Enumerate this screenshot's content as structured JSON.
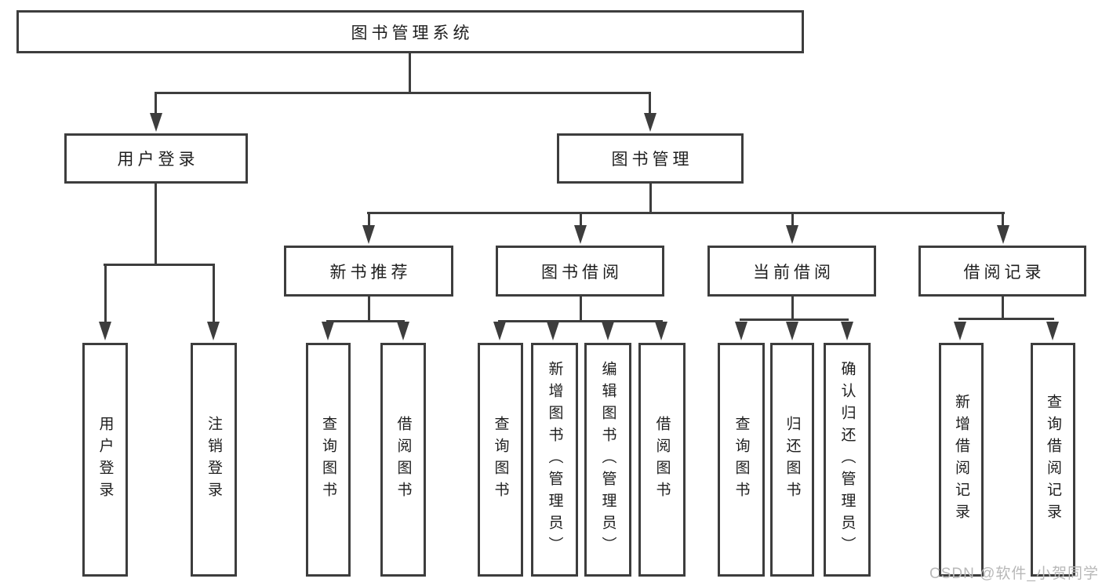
{
  "colors": {
    "line": "#3d3d3d",
    "text": "#1e1e1e",
    "watermark": "#b8b8b8",
    "background": "#ffffff"
  },
  "watermark": {
    "text": "CSDN @软件_小贺同学"
  },
  "diagram": {
    "type": "hierarchy-tree",
    "nodes": {
      "root": {
        "label": "图书管理系统"
      },
      "user_login": {
        "label": "用户登录"
      },
      "book_mgmt": {
        "label": "图书管理"
      },
      "new_book_rec": {
        "label": "新书推荐"
      },
      "book_borrow": {
        "label": "图书借阅"
      },
      "current_borrow": {
        "label": "当前借阅"
      },
      "borrow_record": {
        "label": "借阅记录"
      },
      "leaf_user_login": {
        "label": "用户登录"
      },
      "leaf_logout": {
        "label": "注销登录"
      },
      "leaf_nbr_query": {
        "label": "查询图书"
      },
      "leaf_nbr_borrow": {
        "label": "借阅图书"
      },
      "leaf_bb_query": {
        "label": "查询图书"
      },
      "leaf_bb_add": {
        "label": "新增图书（管理员）"
      },
      "leaf_bb_edit": {
        "label": "编辑图书（管理员）"
      },
      "leaf_bb_borrow": {
        "label": "借阅图书"
      },
      "leaf_cb_query": {
        "label": "查询图书"
      },
      "leaf_cb_return": {
        "label": "归还图书"
      },
      "leaf_cb_confirm": {
        "label": "确认归还（管理员）"
      },
      "leaf_br_add": {
        "label": "新增借阅记录"
      },
      "leaf_br_query": {
        "label": "查询借阅记录"
      }
    },
    "structure": {
      "root": [
        "user_login",
        "book_mgmt"
      ],
      "user_login": [
        "leaf_user_login",
        "leaf_logout"
      ],
      "book_mgmt": [
        "new_book_rec",
        "book_borrow",
        "current_borrow",
        "borrow_record"
      ],
      "new_book_rec": [
        "leaf_nbr_query",
        "leaf_nbr_borrow"
      ],
      "book_borrow": [
        "leaf_bb_query",
        "leaf_bb_add",
        "leaf_bb_edit",
        "leaf_bb_borrow"
      ],
      "current_borrow": [
        "leaf_cb_query",
        "leaf_cb_return",
        "leaf_cb_confirm"
      ],
      "borrow_record": [
        "leaf_br_add",
        "leaf_br_query"
      ]
    }
  }
}
